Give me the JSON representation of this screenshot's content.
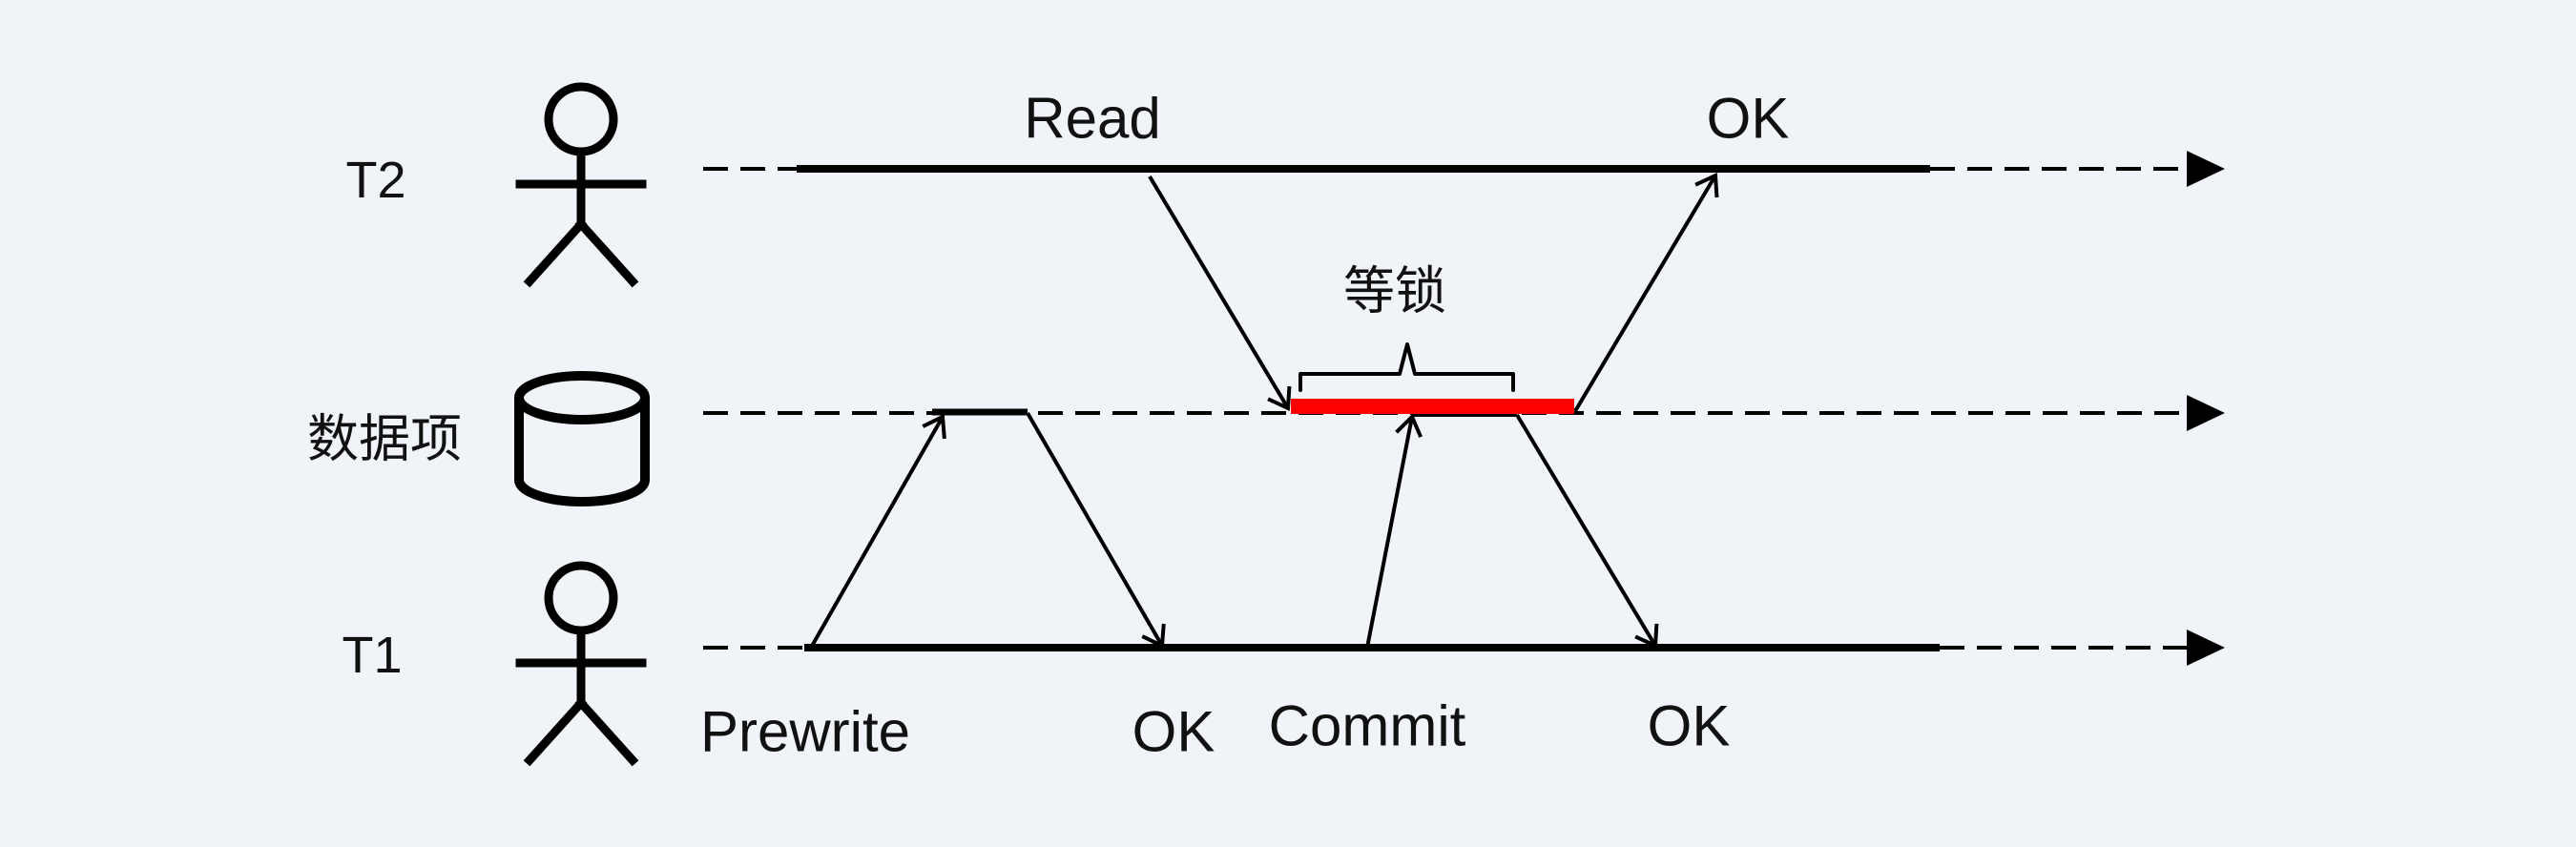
{
  "colors": {
    "background": "#f0f3f8",
    "line": "#000000",
    "lock_bar": "#ff0000"
  },
  "lanes": [
    {
      "id": "t2",
      "label": "T2",
      "icon": "person-icon"
    },
    {
      "id": "data",
      "label": "数据项",
      "icon": "database-icon"
    },
    {
      "id": "t1",
      "label": "T1",
      "icon": "person-icon"
    }
  ],
  "labels": {
    "read": "Read",
    "ok_read": "OK",
    "wait_lock": "等锁",
    "prewrite": "Prewrite",
    "ok_prewrite": "OK",
    "commit": "Commit",
    "ok_commit": "OK"
  }
}
